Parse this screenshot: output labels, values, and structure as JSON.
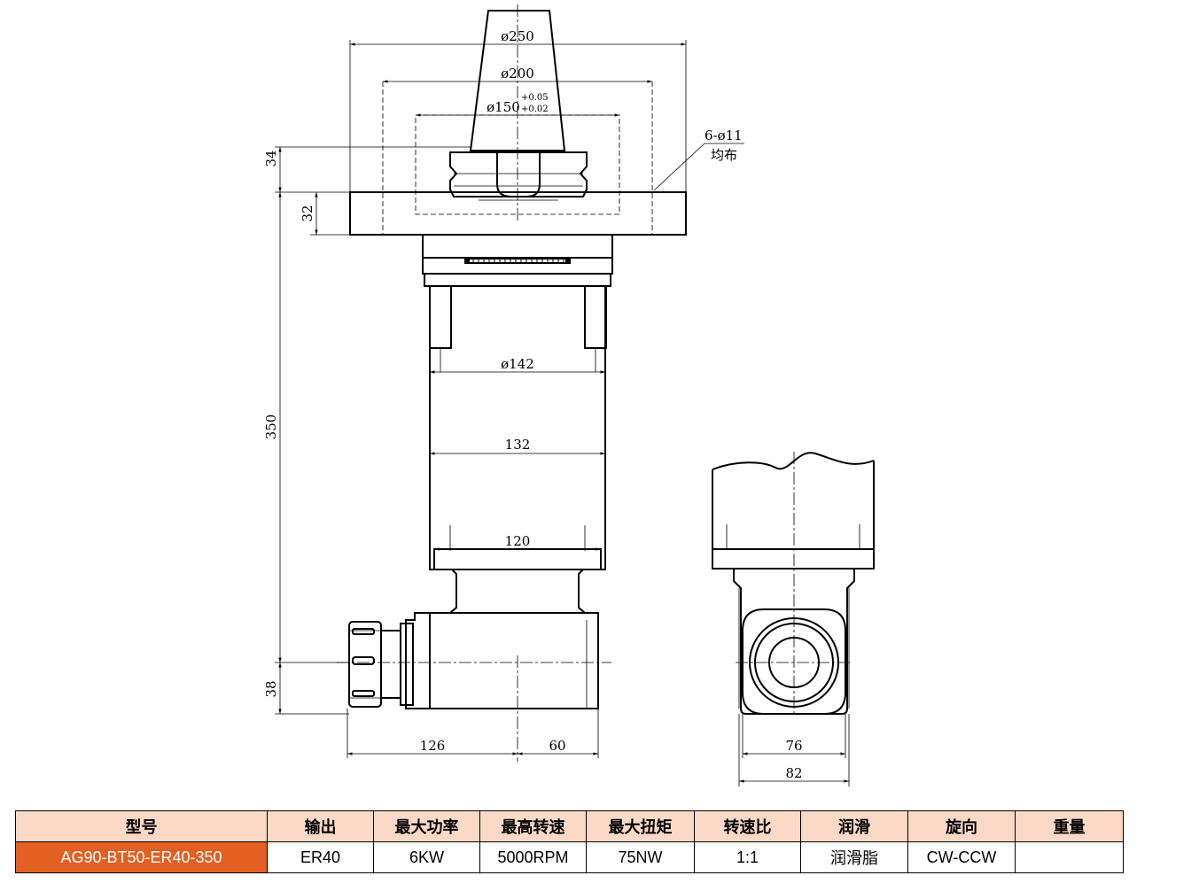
{
  "drawing": {
    "dimensions": {
      "d250": "ø250",
      "d200": "ø200",
      "d150": "ø150",
      "d150_tol_upper": "+0.05",
      "d150_tol_lower": "+0.02",
      "holes_line1": "6-ø11",
      "holes_line2": "均布",
      "h34": "34",
      "h32": "32",
      "h350": "350",
      "d142": "ø142",
      "w132": "132",
      "w120": "120",
      "h38": "38",
      "w126": "126",
      "w60": "60",
      "w76": "76",
      "w82": "82"
    }
  },
  "table": {
    "headers": [
      "型号",
      "输出",
      "最大功率",
      "最高转速",
      "最大扭矩",
      "转速比",
      "润滑",
      "旋向",
      "重量"
    ],
    "row": [
      "AG90-BT50-ER40-350",
      "ER40",
      "6KW",
      "5000RPM",
      "75NW",
      "1:1",
      "润滑脂",
      "CW-CCW",
      ""
    ]
  },
  "colors": {
    "header_bg": "#fbd9c6",
    "model_bg": "#e35f22",
    "model_text": "#ffffff"
  }
}
